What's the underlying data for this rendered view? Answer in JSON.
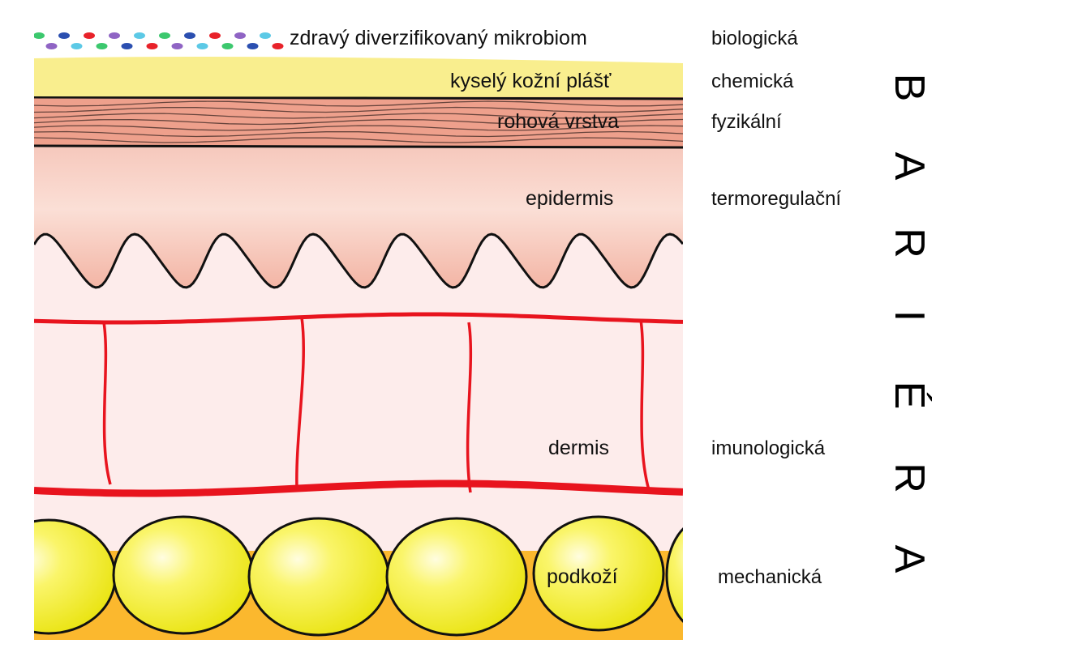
{
  "layers": [
    {
      "key": "microbiome",
      "label": "zdravý diverzifikovaný mikrobiom",
      "barrier": "biologická"
    },
    {
      "key": "acid_mantle",
      "label": "kyselý kožní plášť",
      "barrier": "chemická"
    },
    {
      "key": "stratum_corneum",
      "label": "rohová vrstva",
      "barrier": "fyzikální"
    },
    {
      "key": "epidermis",
      "label": "epidermis",
      "barrier": "termoregulační"
    },
    {
      "key": "dermis",
      "label": "dermis",
      "barrier": "imunologická"
    },
    {
      "key": "hypodermis",
      "label": "podkoží",
      "barrier": "mechanická"
    }
  ],
  "vertical_title": [
    "B",
    "A",
    "R",
    "I",
    "É",
    "R",
    "A"
  ],
  "colors": {
    "microbes": [
      "#3cc86e",
      "#2b4fb0",
      "#e8222a",
      "#8f64c4",
      "#5cc9e6"
    ],
    "acid_mantle": "#f9ee8e",
    "stratum_corneum": "#eea08c",
    "epidermis": "#f4b6a8",
    "dermis": "#fdeceb",
    "vessels": "#e8141e",
    "fat_cells": "#f2ec14",
    "subcutis_base": "#fbb82e"
  }
}
